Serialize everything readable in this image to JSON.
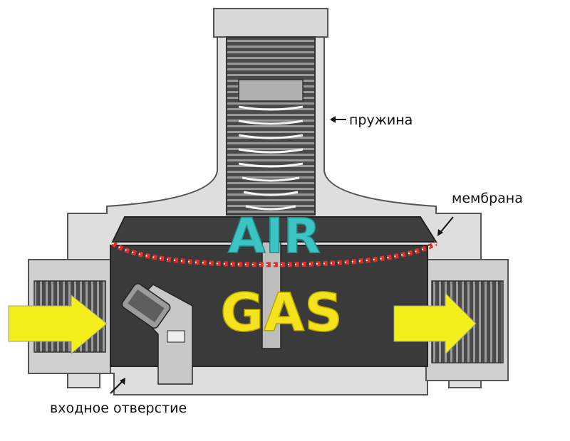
{
  "labels": {
    "spring": "пружина",
    "membrane": "мембрана",
    "inlet": "входное отверстие"
  },
  "zones": {
    "air": "AIR",
    "gas": "GAS"
  },
  "colors": {
    "air": "#3cc4c4",
    "gas": "#f4e21e",
    "arrow": "#f4ee1a",
    "membrane": "#d9322c",
    "body": "#dcdcdc",
    "cavity": "#3a3a3a"
  }
}
